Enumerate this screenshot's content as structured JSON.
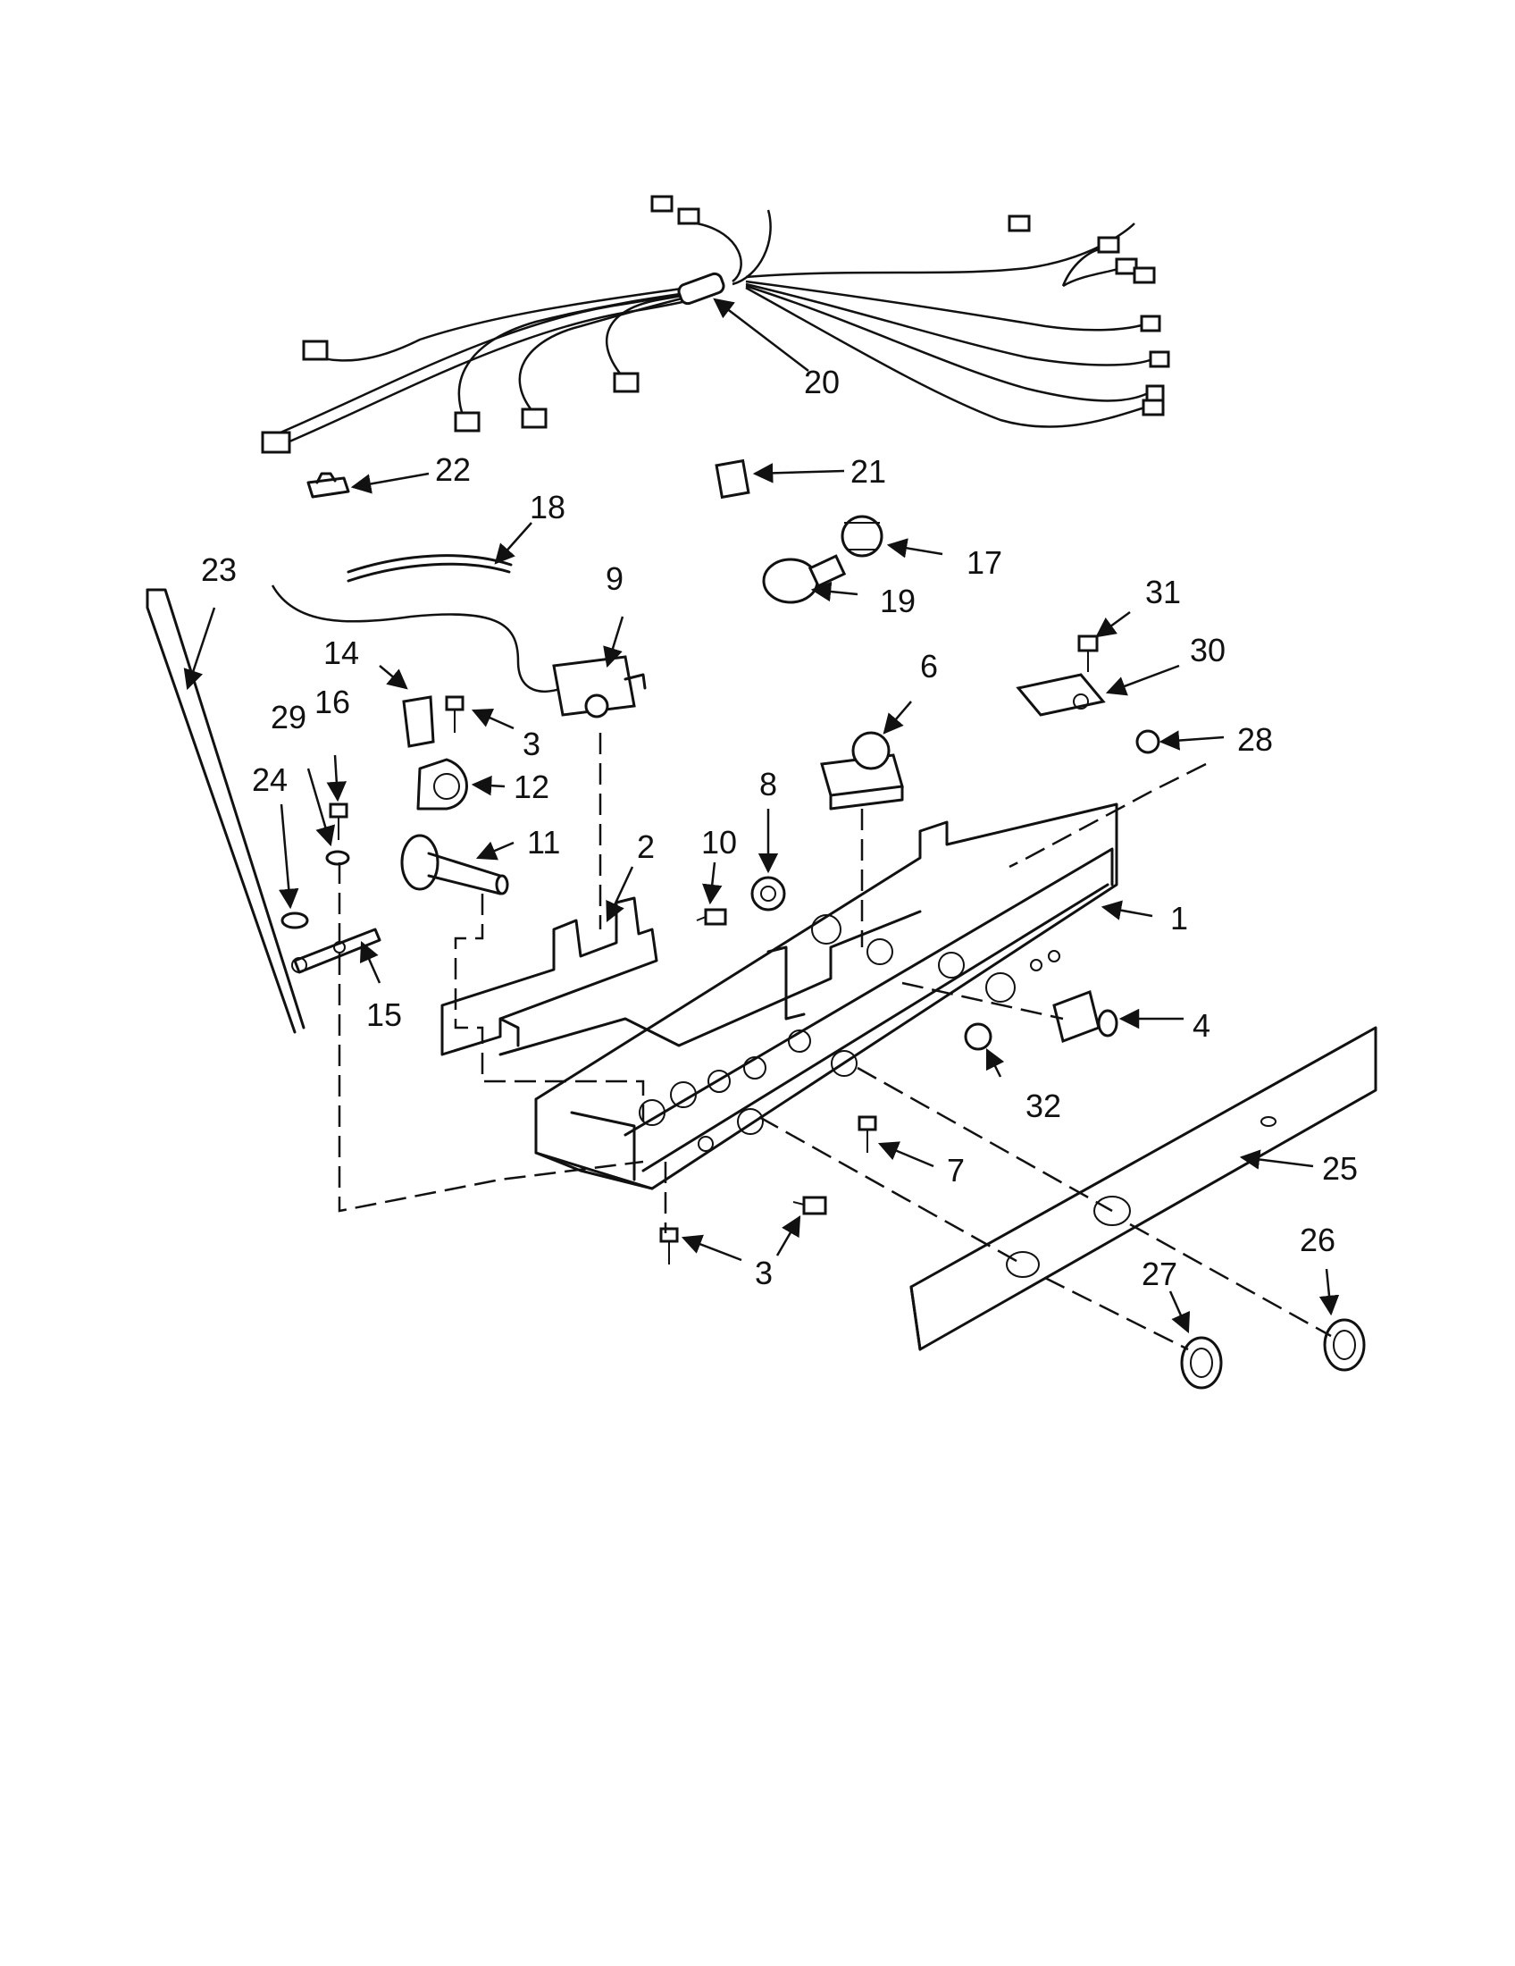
{
  "callouts": {
    "c1": "1",
    "c2": "2",
    "c3a": "3",
    "c3b": "3",
    "c4": "4",
    "c6": "6",
    "c7": "7",
    "c8": "8",
    "c9": "9",
    "c10": "10",
    "c11": "11",
    "c12": "12",
    "c14": "14",
    "c15": "15",
    "c16": "16",
    "c17": "17",
    "c18": "18",
    "c19": "19",
    "c20": "20",
    "c21": "21",
    "c22": "22",
    "c23": "23",
    "c24": "24",
    "c25": "25",
    "c26": "26",
    "c27": "27",
    "c28": "28",
    "c29": "29",
    "c30": "30",
    "c31": "31",
    "c32": "32"
  },
  "colors": {
    "line": "#111111",
    "background": "#ffffff"
  }
}
